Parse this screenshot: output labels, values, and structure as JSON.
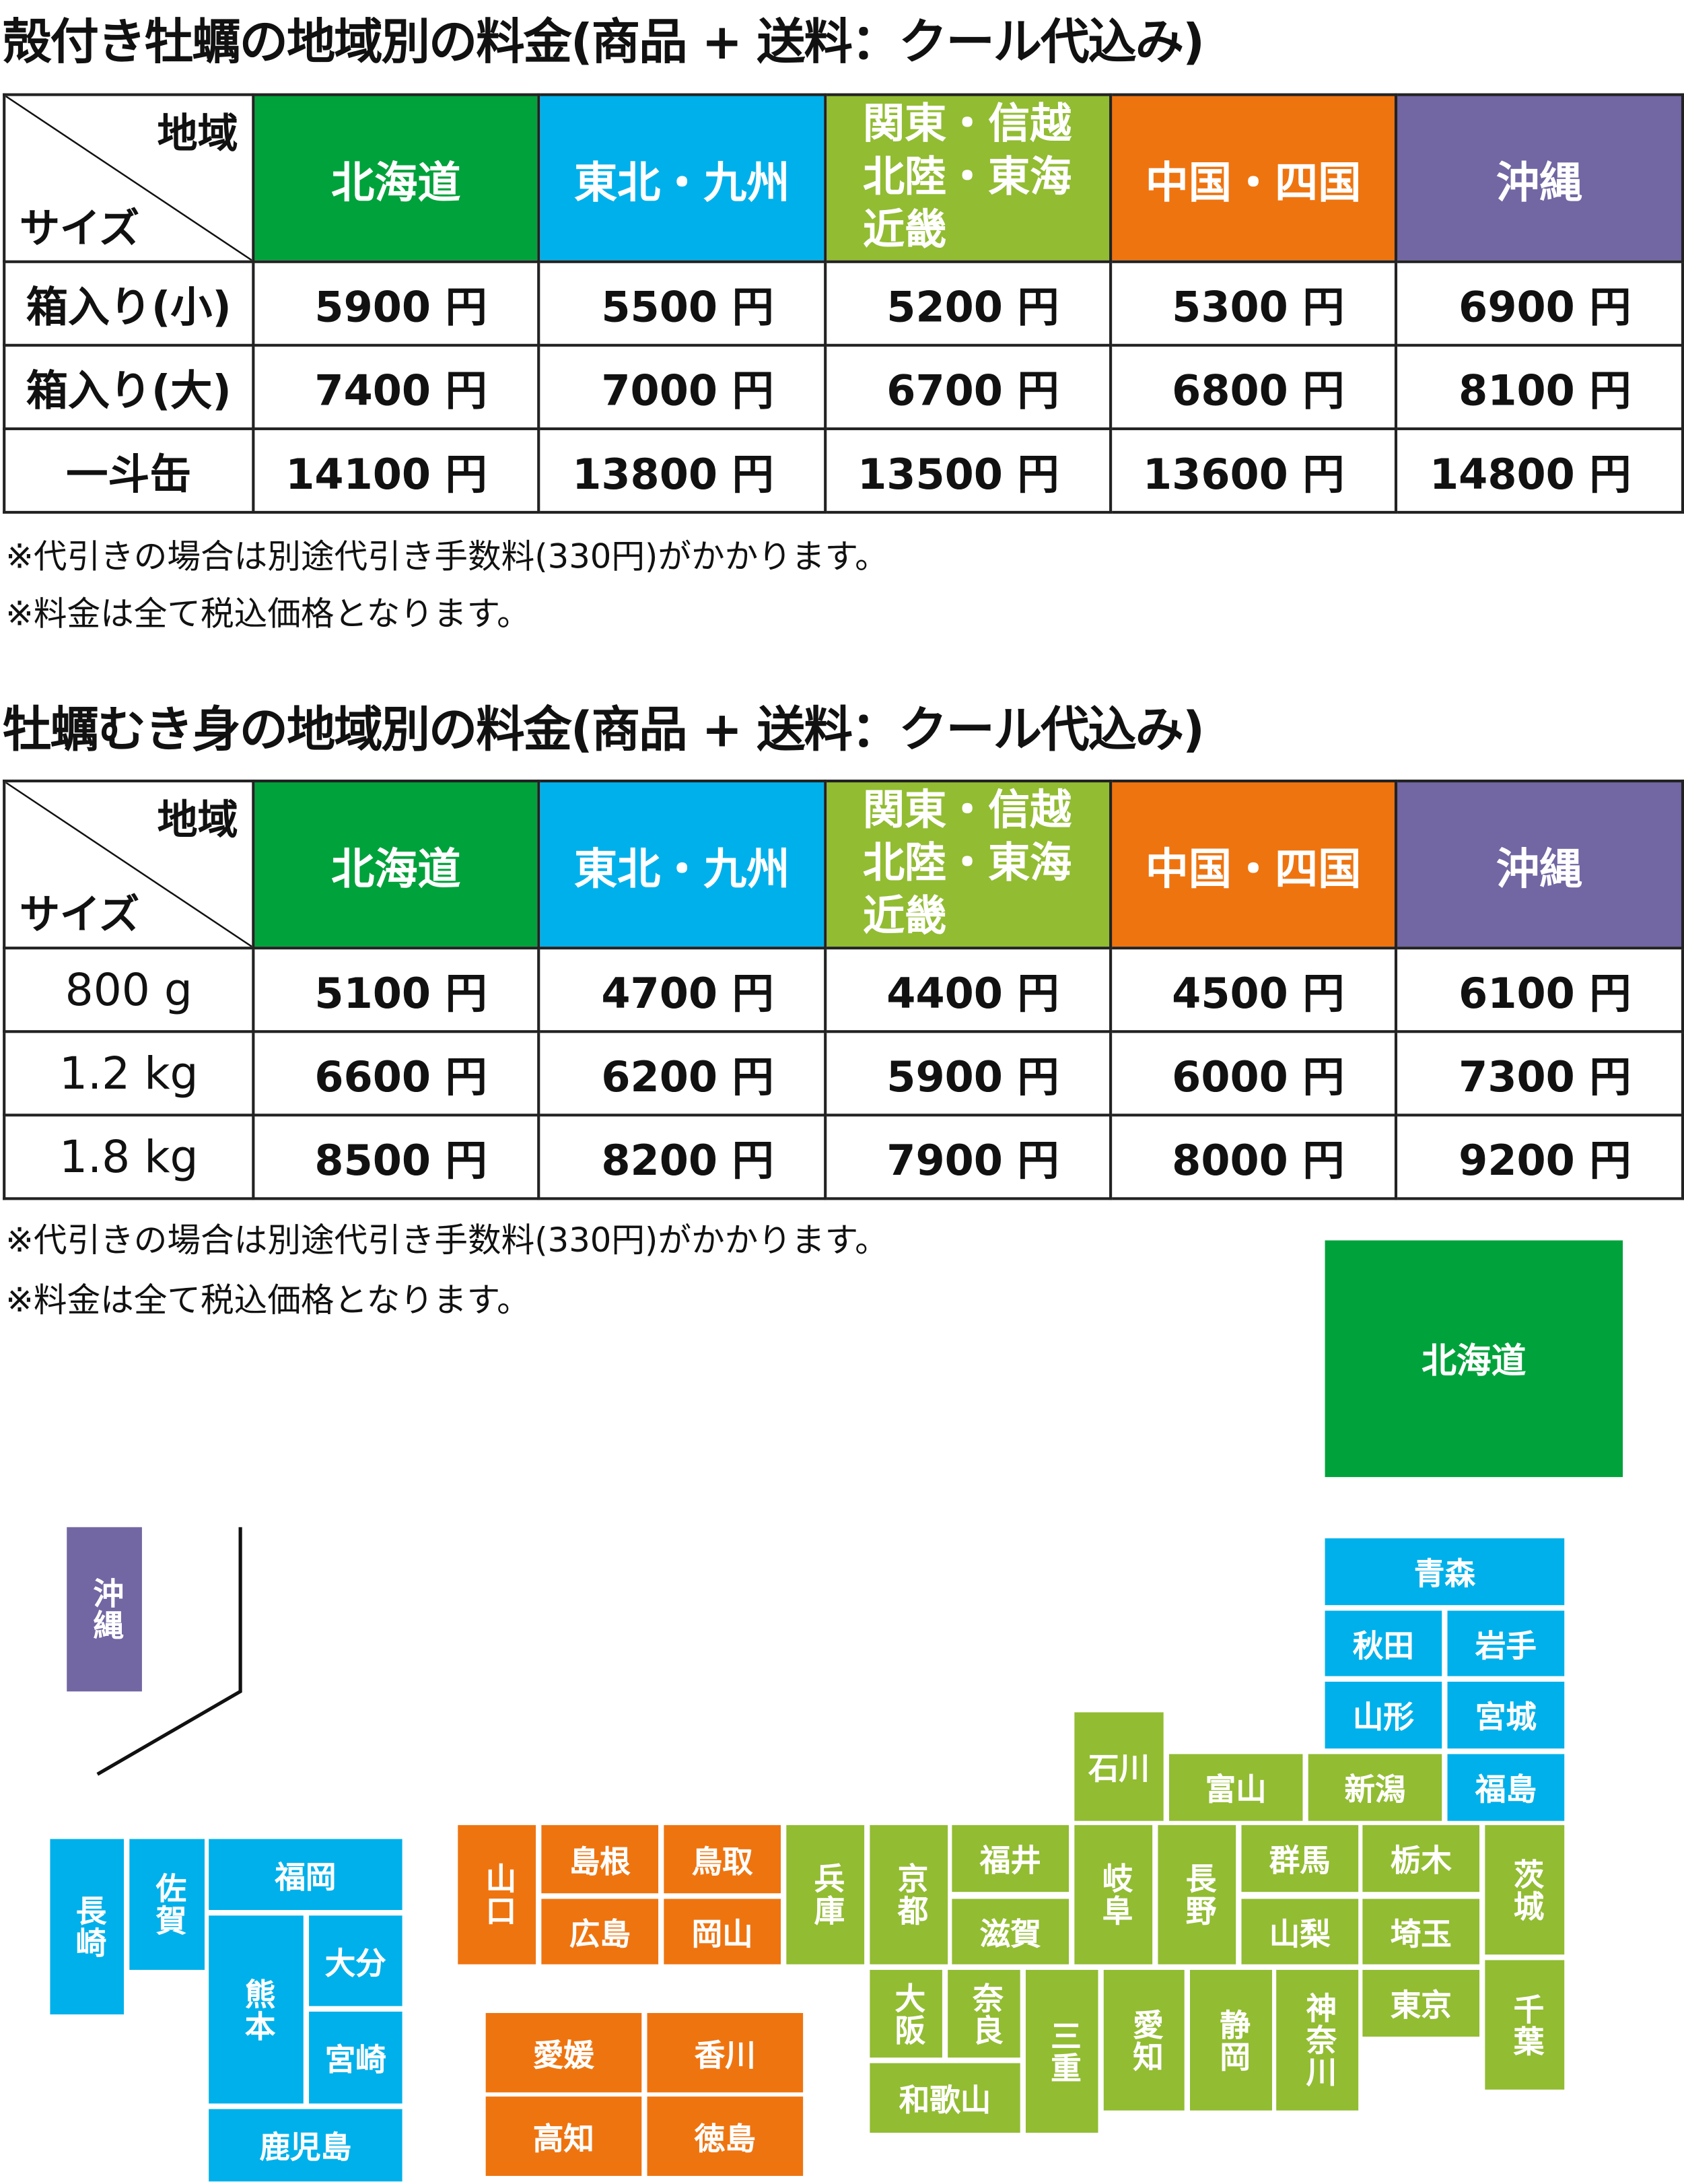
{
  "colors": {
    "hokkaido": "#00a23b",
    "tohoku_kyushu": "#00b0ea",
    "kanto_kinki": "#92bc32",
    "chugoku_shikoku": "#ee7410",
    "okinawa": "#7266a3"
  },
  "table1": {
    "title": "殻付き牡蠣の地域別の料金(商品 + 送料：クール代込み)",
    "corner_region": "地域",
    "corner_size": "サイズ",
    "regions": [
      {
        "lines": [
          "北海道"
        ]
      },
      {
        "lines": [
          "東北・九州"
        ]
      },
      {
        "lines": [
          "関東・信越",
          "北陸・東海",
          "近畿"
        ]
      },
      {
        "lines": [
          "中国・四国"
        ]
      },
      {
        "lines": [
          "沖縄"
        ]
      }
    ],
    "rows": [
      {
        "label": "箱入り(小)",
        "prices": [
          "5900 円",
          "5500 円",
          "5200 円",
          "5300 円",
          "6900 円"
        ]
      },
      {
        "label": "箱入り(大)",
        "prices": [
          "7400 円",
          "7000 円",
          "6700 円",
          "6800 円",
          "8100 円"
        ]
      },
      {
        "label": "一斗缶",
        "prices": [
          "14100 円",
          "13800 円",
          "13500 円",
          "13600 円",
          "14800 円"
        ]
      }
    ],
    "notes": [
      "※代引きの場合は別途代引き手数料(330円)がかかります。",
      "※料金は全て税込価格となります。"
    ]
  },
  "table2": {
    "title": "牡蠣むき身の地域別の料金(商品 + 送料：クール代込み)",
    "corner_region": "地域",
    "corner_size": "サイズ",
    "regions": [
      {
        "lines": [
          "北海道"
        ]
      },
      {
        "lines": [
          "東北・九州"
        ]
      },
      {
        "lines": [
          "関東・信越",
          "北陸・東海",
          "近畿"
        ]
      },
      {
        "lines": [
          "中国・四国"
        ]
      },
      {
        "lines": [
          "沖縄"
        ]
      }
    ],
    "rows": [
      {
        "label": "800 g",
        "prices": [
          "5100 円",
          "4700 円",
          "4400 円",
          "4500 円",
          "6100 円"
        ]
      },
      {
        "label": "1.2 kg",
        "prices": [
          "6600 円",
          "6200 円",
          "5900 円",
          "6000 円",
          "7300 円"
        ]
      },
      {
        "label": "1.8 kg",
        "prices": [
          "8500 円",
          "8200 円",
          "7900 円",
          "8000 円",
          "9200 円"
        ]
      }
    ],
    "notes": [
      "※代引きの場合は別途代引き手数料(330円)がかかります。",
      "※料金は全て税込価格となります。"
    ]
  },
  "map": {
    "prefectures": [
      "北海道",
      "沖縄",
      "青森",
      "秋田",
      "岩手",
      "山形",
      "宮城",
      "福島",
      "石川",
      "富山",
      "新潟",
      "兵庫",
      "京都",
      "福井",
      "滋賀",
      "岐阜",
      "長野",
      "群馬",
      "山梨",
      "栃木",
      "埼玉",
      "茨城",
      "千葉",
      "大阪",
      "奈良",
      "和歌山",
      "三重",
      "愛知",
      "静岡",
      "神奈川",
      "東京",
      "長崎",
      "佐賀",
      "福岡",
      "熊本",
      "大分",
      "宮崎",
      "鹿児島",
      "山口",
      "島根",
      "鳥取",
      "広島",
      "岡山",
      "愛媛",
      "香川",
      "高知",
      "徳島"
    ]
  }
}
